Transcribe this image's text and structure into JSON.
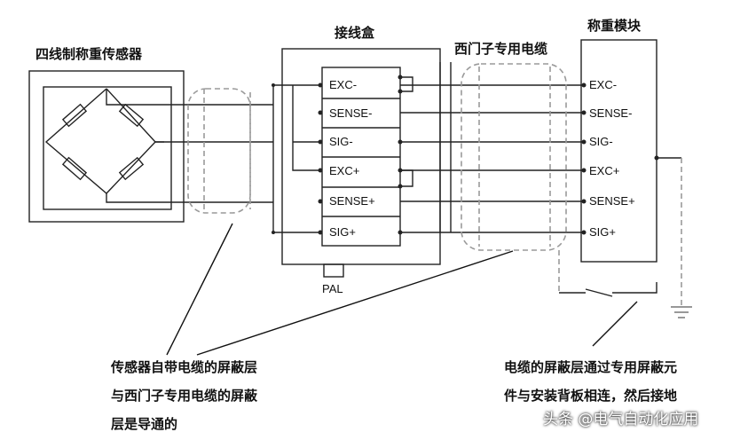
{
  "titles": {
    "sensor": "四线制称重传感器",
    "junction_box": "接线盒",
    "siemens_cable": "西门子专用电缆",
    "weighing_module": "称重模块"
  },
  "junction_terminals": [
    "EXC-",
    "SENSE-",
    "SIG-",
    "EXC+",
    "SENSE+",
    "SIG+"
  ],
  "module_terminals": [
    "EXC-",
    "SENSE-",
    "SIG-",
    "EXC+",
    "SENSE+",
    "SIG+"
  ],
  "pal_label": "PAL",
  "notes": {
    "left": [
      "传感器自带电缆的屏蔽层",
      "与西门子专用电缆的屏蔽",
      "层是导通的"
    ],
    "right": [
      "电缆的屏蔽层通过专用屏蔽元",
      "件与安装背板相连，然后接地"
    ]
  },
  "watermark": "头条 @电气自动化应用"
}
